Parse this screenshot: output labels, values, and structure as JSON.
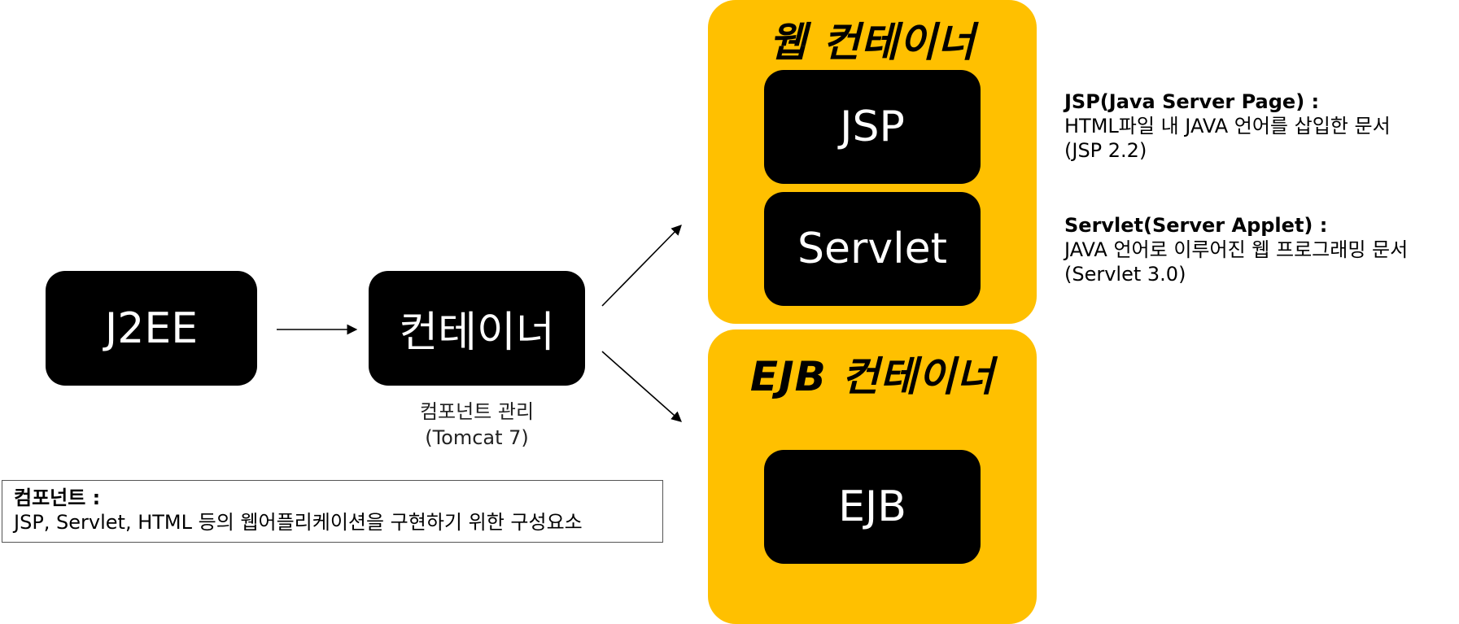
{
  "nodes": {
    "j2ee": "J2EE",
    "container": "컨테이너",
    "jsp": "JSP",
    "servlet": "Servlet",
    "ejb": "EJB"
  },
  "containers": {
    "web_title": "웹 컨테이너",
    "ejb_title": "EJB 컨테이너"
  },
  "container_caption": {
    "line1": "컴포넌트 관리",
    "line2": "(Tomcat 7)"
  },
  "component_definition": {
    "title": "컴포넌트 :",
    "text": "JSP, Servlet, HTML 등의 웹어플리케이션을 구현하기 위한 구성요소"
  },
  "notes": {
    "jsp": {
      "title": "JSP(Java Server Page) :",
      "line1": "HTML파일 내 JAVA 언어를 삽입한 문서",
      "line2": "(JSP 2.2)"
    },
    "servlet": {
      "title": "Servlet(Server Applet) :",
      "line1": "JAVA 언어로 이루어진 웹 프로그래밍 문서",
      "line2": "(Servlet 3.0)"
    }
  },
  "colors": {
    "container_fill": "#FFC000",
    "node_fill": "#000000",
    "node_text": "#FFFFFF"
  }
}
